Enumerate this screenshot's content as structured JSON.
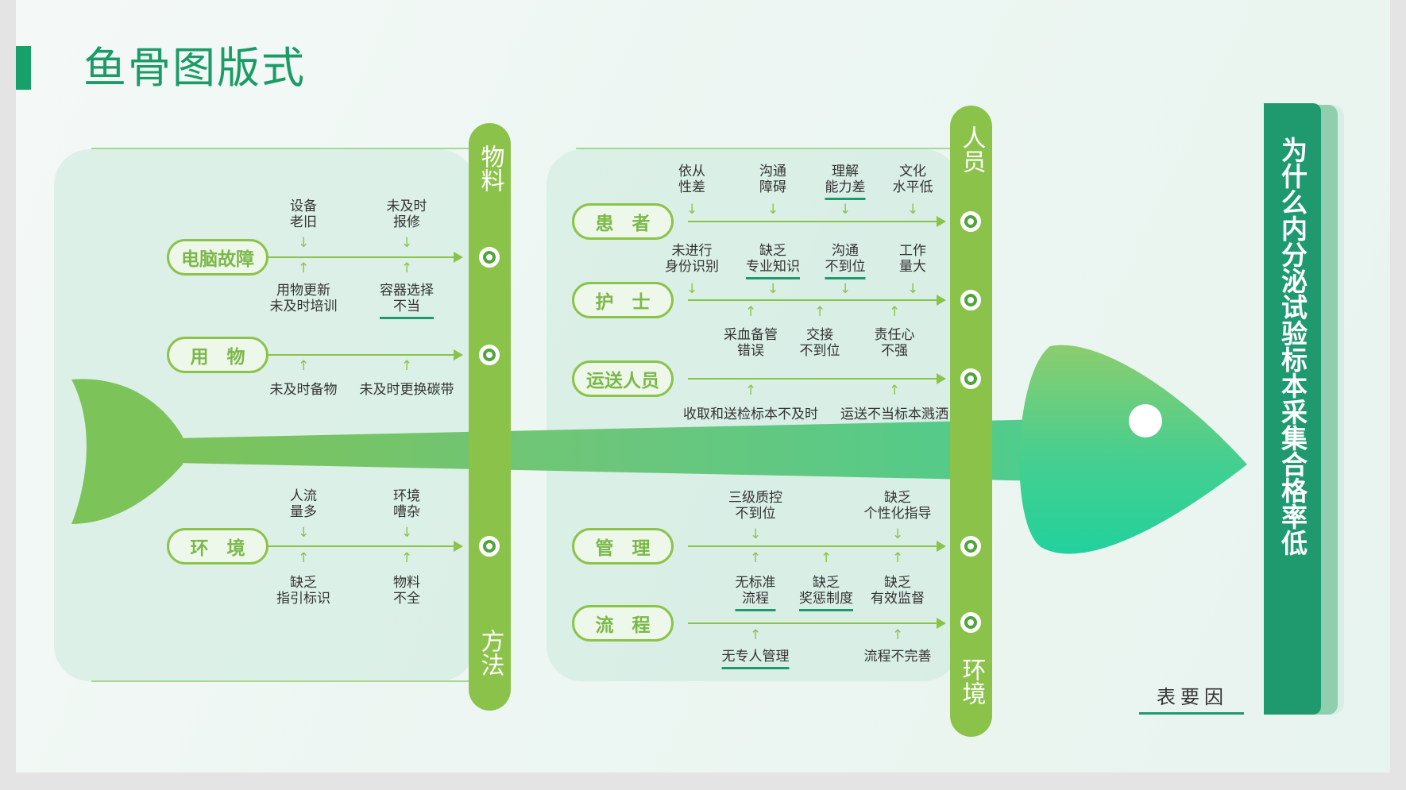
{
  "slide_title": "鱼骨图版式",
  "effect": "为什么内分泌试验标本采集合格率低",
  "effect_caption": "表要因",
  "bars": {
    "material": "物料",
    "method": "方法",
    "personnel": "人员",
    "environment": "环境"
  },
  "categories": {
    "computer": "电脑故障",
    "supplies": "用　物",
    "env": "环　境",
    "patient": "患　者",
    "nurse": "护　士",
    "transport": "运送人员",
    "management": "管　理",
    "process": "流　程"
  },
  "causes": {
    "computer_top": [
      "设备\n老旧",
      "未及时\n报修"
    ],
    "computer_bottom": [
      "用物更新\n未及时培训",
      "容器选择\n不当"
    ],
    "supplies_bottom": [
      "未及时备物",
      "未及时更换碳带"
    ],
    "env_top": [
      "人流\n量多",
      "环境\n嘈杂"
    ],
    "env_bottom": [
      "缺乏\n指引标识",
      "物料\n不全"
    ],
    "patient_top": [
      "依从\n性差",
      "沟通\n障碍",
      "理解\n能力差",
      "文化\n水平低"
    ],
    "nurse_top": [
      "未进行\n身份识别",
      "缺乏\n专业知识",
      "沟通\n不到位",
      "工作\n量大"
    ],
    "nurse_bottom": [
      "采血备管\n错误",
      "交接\n不到位",
      "责任心\n不强"
    ],
    "transport_bottom": [
      "收取和送检标本不及时",
      "运送不当标本溅洒"
    ],
    "management_top": [
      "三级质控\n不到位",
      "缺乏\n个性化指导"
    ],
    "management_bottom": [
      "无标准\n流程",
      "缺乏\n奖惩制度",
      "缺乏\n有效监督"
    ],
    "process_bottom": [
      "无专人管理",
      "流程不完善"
    ]
  },
  "colors": {
    "title": "#1b9b66",
    "bar": "#8bc34a",
    "ribbon": "#1f9a6f",
    "fish_tail": "#7cc35a",
    "fish_head": "#2fcf98"
  }
}
